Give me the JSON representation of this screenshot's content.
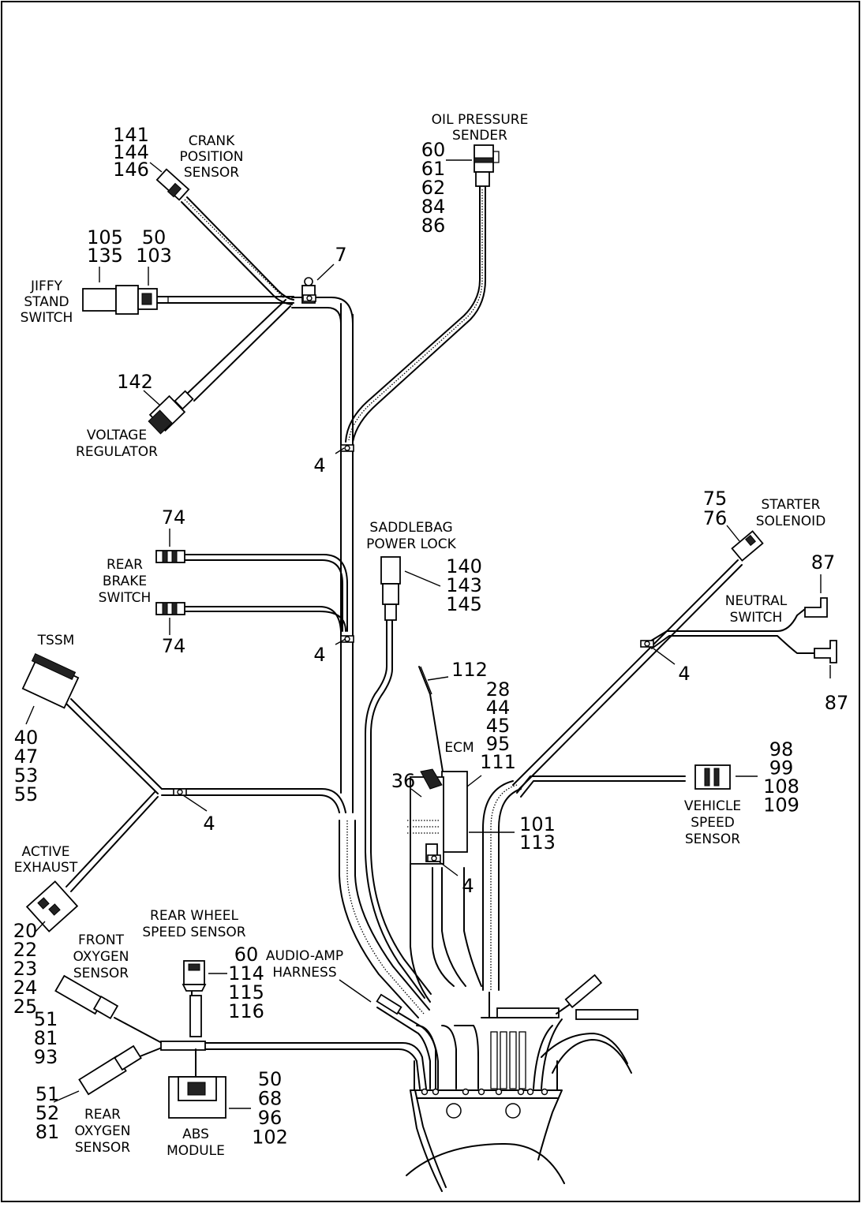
{
  "components": [
    {
      "id": "crank-position-sensor",
      "label": [
        "CRANK",
        "POSITION",
        "SENSOR"
      ],
      "refs": [
        "141",
        "144",
        "146"
      ]
    },
    {
      "id": "oil-pressure-sender",
      "label": [
        "OIL PRESSURE",
        "SENDER"
      ],
      "refs": [
        "60",
        "61",
        "62",
        "84",
        "86"
      ]
    },
    {
      "id": "jiffy-stand-switch",
      "label": [
        "JIFFY",
        "STAND",
        "SWITCH"
      ],
      "refs_a": [
        "105",
        "135"
      ],
      "refs_b": [
        "50",
        "103"
      ]
    },
    {
      "id": "clip-7",
      "refs": [
        "7"
      ]
    },
    {
      "id": "voltage-regulator",
      "label": [
        "VOLTAGE",
        "REGULATOR"
      ],
      "refs": [
        "142"
      ]
    },
    {
      "id": "rear-brake-switch",
      "label": [
        "REAR",
        "BRAKE",
        "SWITCH"
      ],
      "refs_top": [
        "74"
      ],
      "refs_bottom": [
        "74"
      ]
    },
    {
      "id": "saddlebag-power-lock",
      "label": [
        "SADDLEBAG",
        "POWER LOCK"
      ],
      "refs": [
        "140",
        "143",
        "145"
      ]
    },
    {
      "id": "starter-solenoid",
      "label": [
        "STARTER",
        "SOLENOID"
      ],
      "refs": [
        "75",
        "76"
      ]
    },
    {
      "id": "neutral-switch",
      "label": [
        "NEUTRAL",
        "SWITCH"
      ],
      "refs_top": [
        "87"
      ],
      "refs_bottom": [
        "87"
      ]
    },
    {
      "id": "tssm",
      "label": [
        "TSSM"
      ],
      "refs": [
        "40",
        "47",
        "53",
        "55"
      ]
    },
    {
      "id": "ecm",
      "label": [
        "ECM"
      ],
      "refs": [
        "28",
        "44",
        "45",
        "95",
        "111"
      ],
      "refs_probe": [
        "112"
      ],
      "refs_bracket": [
        "36"
      ],
      "refs_body": [
        "101",
        "113"
      ]
    },
    {
      "id": "vehicle-speed-sensor",
      "label": [
        "VEHICLE",
        "SPEED",
        "SENSOR"
      ],
      "refs": [
        "98",
        "99",
        "108",
        "109"
      ]
    },
    {
      "id": "active-exhaust",
      "label": [
        "ACTIVE",
        "EXHAUST"
      ],
      "refs": [
        "20",
        "22",
        "23",
        "24",
        "25"
      ]
    },
    {
      "id": "front-oxygen-sensor",
      "label": [
        "FRONT",
        "OXYGEN",
        "SENSOR"
      ],
      "refs": [
        "51",
        "81",
        "93"
      ]
    },
    {
      "id": "rear-wheel-speed-sensor",
      "label": [
        "REAR WHEEL",
        "SPEED SENSOR"
      ],
      "refs": [
        "60",
        "114",
        "115",
        "116"
      ]
    },
    {
      "id": "audio-amp-harness",
      "label": [
        "AUDIO-AMP",
        "HARNESS"
      ]
    },
    {
      "id": "rear-oxygen-sensor",
      "label": [
        "REAR",
        "OXYGEN",
        "SENSOR"
      ],
      "refs": [
        "51",
        "52",
        "81"
      ]
    },
    {
      "id": "abs-module",
      "label": [
        "ABS",
        "MODULE"
      ],
      "refs": [
        "50",
        "68",
        "96",
        "102"
      ]
    }
  ],
  "clip_ref": "4",
  "clip_instances": 6
}
